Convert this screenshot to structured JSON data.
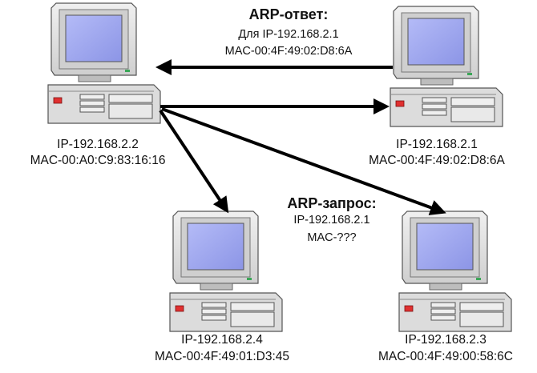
{
  "arp_reply": {
    "title": "ARP-ответ:",
    "line1": "Для IP-192.168.2.1",
    "line2": "MAC-00:4F:49:02:D8:6A"
  },
  "arp_request": {
    "title": "ARP-запрос:",
    "line1": "IP-192.168.2.1",
    "line2": "MAC-???"
  },
  "hosts": {
    "sender": {
      "ip": "IP-192.168.2.2",
      "mac": "MAC-00:A0:C9:83:16:16"
    },
    "target": {
      "ip": "IP-192.168.2.1",
      "mac": "MAC-00:4F:49:02:D8:6A"
    },
    "host4": {
      "ip": "IP-192.168.2.4",
      "mac": "MAC-00:4F:49:01:D3:45"
    },
    "host3": {
      "ip": "IP-192.168.2.3",
      "mac": "MAC-00:4F:49:00:58:6C"
    }
  },
  "colors": {
    "screen": "#9da6ef",
    "monitor_body": "#e2e2e2",
    "case_body": "#dcdcdc",
    "power_led": "#e03030",
    "arrow": "#000000"
  }
}
